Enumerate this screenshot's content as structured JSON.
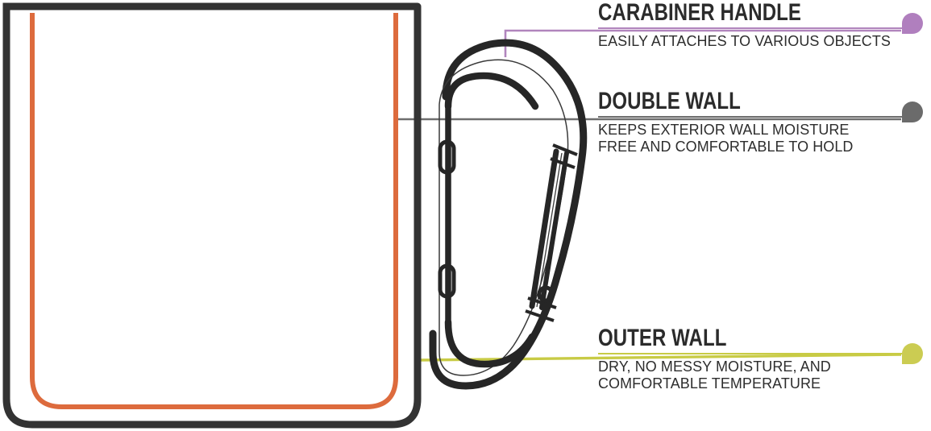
{
  "page": {
    "type": "product-feature-diagram",
    "subject": "insulated tumbler with carabiner handle",
    "background": "#ffffff"
  },
  "colors": {
    "ink": "#2b2b2b",
    "outline": "#333333",
    "orange": "#dd6b3d",
    "purple": "#b185bd",
    "gray": "#6e6e6e",
    "olive": "#c8cb45",
    "dot_purple": "#b07fbe",
    "dot_gray": "#6b6b6b",
    "dot_olive": "#cbcc52"
  },
  "callouts": [
    {
      "id": "carabiner-handle",
      "title": "CARABINER HANDLE",
      "description": "EASILY ATTACHES TO VARIOUS OBJECTS",
      "accent": "#b185bd",
      "dot_color": "#b07fbe",
      "leader": "elbow-down-left"
    },
    {
      "id": "double-wall",
      "title": "DOUBLE WALL",
      "description": "KEEPS EXTERIOR WALL MOISTURE\nFREE AND COMFORTABLE TO HOLD",
      "accent": "#6e6e6e",
      "dot_color": "#6b6b6b",
      "leader": "horizontal-left"
    },
    {
      "id": "outer-wall",
      "title": "OUTER WALL",
      "description": "DRY, NO MESSY MOISTURE, AND\nCOMFORTABLE TEMPERATURE",
      "accent": "#c8cb45",
      "dot_color": "#cbcc52",
      "leader": "horizontal-left"
    }
  ],
  "artwork": {
    "tumbler": {
      "name": "tumbler-body",
      "outline_color": "#333333",
      "inner_line_color": "#dd6b3d"
    },
    "carabiner": {
      "name": "carabiner-clip",
      "outline_color": "#262626",
      "details": [
        "gate-bar",
        "rivet",
        "spine-slot-upper",
        "spine-slot-lower"
      ]
    }
  }
}
